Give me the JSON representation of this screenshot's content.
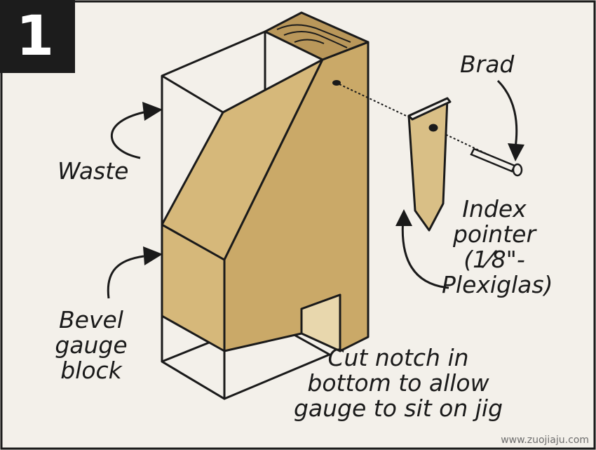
{
  "step": {
    "number": "1"
  },
  "labels": {
    "waste": "Waste",
    "brad": "Brad",
    "index_pointer": [
      "Index",
      "pointer",
      "(1⁄8\"-",
      "Plexiglas)"
    ],
    "bevel_gauge_block": [
      "Bevel",
      "gauge",
      "block"
    ],
    "cut_notch": [
      "Cut notch in",
      "bottom to allow",
      "gauge to sit on jig"
    ]
  },
  "watermark": "www.zuojiaju.com",
  "colors": {
    "wood": "#d6b87a",
    "wood_dark": "#b9975a",
    "outline": "#1a1a1a",
    "background": "#f3f0ea",
    "plexiglas": "#d9bf86",
    "badge": "#1c1c1c"
  }
}
